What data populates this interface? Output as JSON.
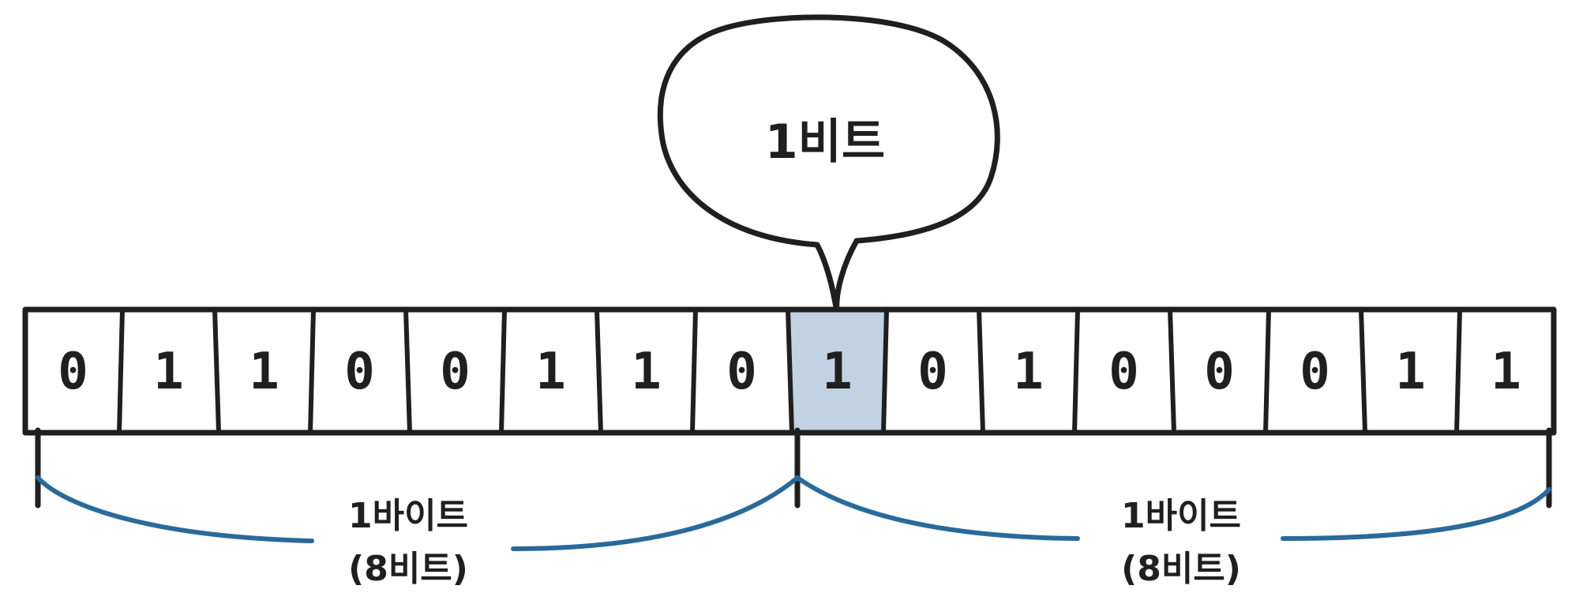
{
  "bits": [
    "0",
    "1",
    "1",
    "0",
    "0",
    "1",
    "1",
    "0",
    "1",
    "0",
    "1",
    "0",
    "0",
    "0",
    "1",
    "1"
  ],
  "highlighted_bit_index": 8,
  "callout_label": "1비트",
  "byte_groups": [
    {
      "label_line1": "1바이트",
      "label_line2": "(8비트)"
    },
    {
      "label_line1": "1바이트",
      "label_line2": "(8비트)"
    }
  ],
  "colors": {
    "stroke": "#1f1f1f",
    "highlight_fill": "#c3d2e2",
    "brace_color": "#2a6a9a",
    "background": "#ffffff"
  }
}
